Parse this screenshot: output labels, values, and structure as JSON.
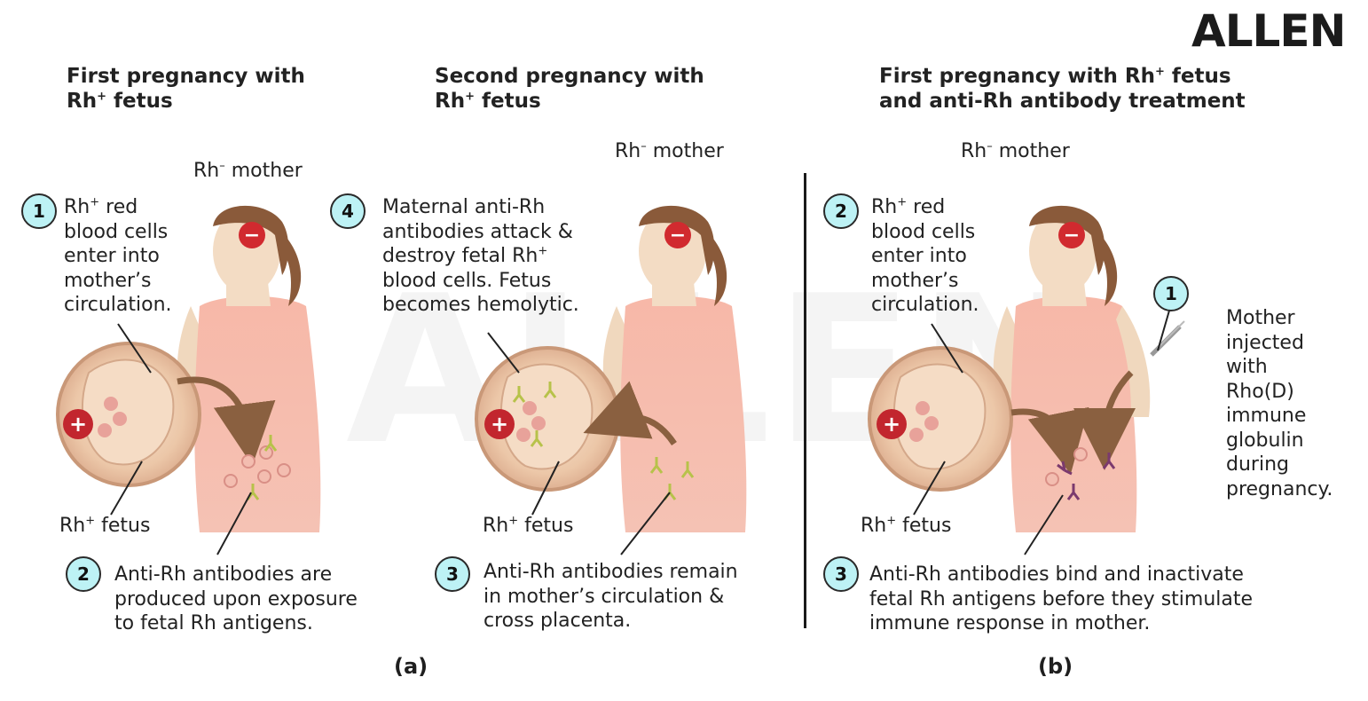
{
  "logo": "ALLEN",
  "watermark": "ALLEN",
  "colors": {
    "badge": "#bdf2f5",
    "dress": "#f6b5a6",
    "skin": "#f3dcc4",
    "hair": "#8a5a3a",
    "minus_badge": "#d12a2f",
    "plus_badge": "#c2262e",
    "antibody": "#b7c24a",
    "antibody_b": "#7b3a6e"
  },
  "panel1": {
    "title_1": "First pregnancy with",
    "title_2": "Rh",
    "title_2_sup": "+",
    "title_2_rest": " fetus",
    "mother_label": "Rh",
    "mother_sup": "–",
    "mother_rest": " mother",
    "step1_num": "1",
    "step1_l1": "Rh",
    "step1_l1_sup": "+",
    "step1_l1_rest": " red",
    "step1_l2": "blood cells",
    "step1_l3": "enter into",
    "step1_l4": "mother’s",
    "step1_l5": "circulation.",
    "fetus_label": "Rh",
    "fetus_sup": "+",
    "fetus_rest": " fetus",
    "step2_num": "2",
    "step2_l1": "Anti-Rh antibodies are",
    "step2_l2": "produced upon exposure",
    "step2_l3": "to fetal Rh antigens."
  },
  "panel2": {
    "title_1": "Second pregnancy with",
    "title_2": "Rh",
    "title_2_sup": "+",
    "title_2_rest": " fetus",
    "mother_label": "Rh",
    "mother_sup": "–",
    "mother_rest": " mother",
    "step4_num": "4",
    "step4_l1": "Maternal anti-Rh",
    "step4_l2": "antibodies attack &",
    "step4_l3": "destroy fetal Rh",
    "step4_l3_sup": "+",
    "step4_l4": "blood cells. Fetus",
    "step4_l5": "becomes hemolytic.",
    "fetus_label": "Rh",
    "fetus_sup": "+",
    "fetus_rest": " fetus",
    "step3_num": "3",
    "step3_l1": "Anti-Rh antibodies remain",
    "step3_l2": "in mother’s circulation &",
    "step3_l3": "cross placenta."
  },
  "panel3": {
    "title_1": "First pregnancy with Rh",
    "title_1_sup": "+",
    "title_1_rest": " fetus",
    "title_2": "and anti-Rh antibody treatment",
    "mother_label": "Rh",
    "mother_sup": "–",
    "mother_rest": " mother",
    "step2_num": "2",
    "step2_l1": "Rh",
    "step2_l1_sup": "+",
    "step2_l1_rest": " red",
    "step2_l2": "blood cells",
    "step2_l3": "enter into",
    "step2_l4": "mother’s",
    "step2_l5": "circulation.",
    "step1_num": "1",
    "inj_l1": "Mother",
    "inj_l2": "injected",
    "inj_l3": "with",
    "inj_l4": "Rho(D)",
    "inj_l5": "immune",
    "inj_l6": "globulin",
    "inj_l7": "during",
    "inj_l8": "pregnancy.",
    "fetus_label": "Rh",
    "fetus_sup": "+",
    "fetus_rest": " fetus",
    "step3_num": "3",
    "step3_l1": "Anti-Rh antibodies bind and inactivate",
    "step3_l2": "fetal Rh antigens before they stimulate",
    "step3_l3": "immune response in mother."
  },
  "captions": {
    "a": "(a)",
    "b": "(b)"
  },
  "signs": {
    "minus": "−",
    "plus": "+"
  }
}
